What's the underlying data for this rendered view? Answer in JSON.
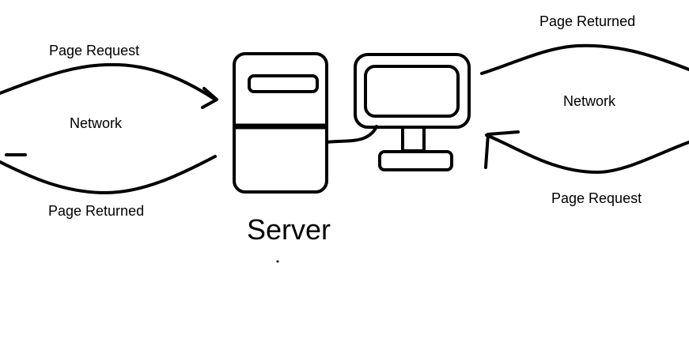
{
  "diagram": {
    "left_side": {
      "top_label": "Page Request",
      "middle_label": "Network",
      "bottom_label": "Page Returned"
    },
    "right_side": {
      "top_label": "Page Returned",
      "middle_label": "Network",
      "bottom_label": "Page Request"
    },
    "server_caption": "Server",
    "icons": [
      "server-tower-icon",
      "monitor-icon"
    ],
    "stroke_color": "#000000",
    "background_color": "#ffffff"
  }
}
